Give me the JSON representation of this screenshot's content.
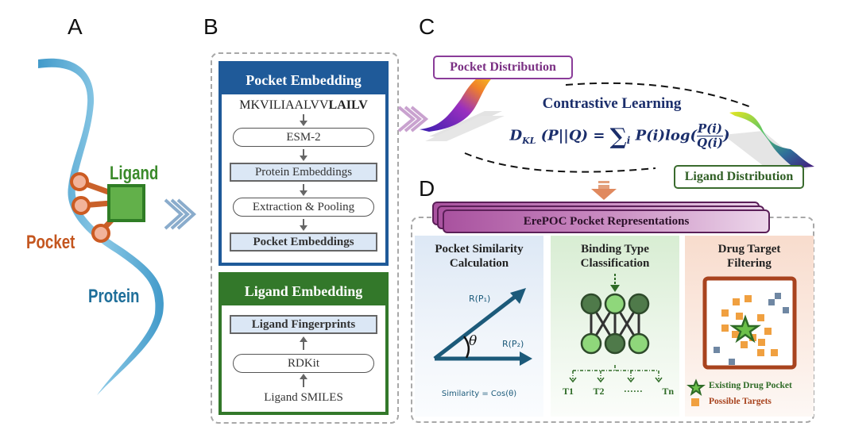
{
  "panels": {
    "A": {
      "letter": "A",
      "labels": {
        "ligand": "Ligand",
        "pocket": "Pocket",
        "protein": "Protein"
      },
      "icons": [
        "protein-ribbon",
        "pocket-residue",
        "ligand-square",
        "chevron-arrow"
      ]
    },
    "B": {
      "letter": "B",
      "pocket_embedding": {
        "title": "Pocket Embedding",
        "sequence_regular": "MKVILIAALVV",
        "sequence_bold": "LAILV",
        "steps": [
          "ESM-2",
          "Protein Embeddings",
          "Extraction & Pooling",
          "Pocket Embeddings"
        ]
      },
      "ligand_embedding": {
        "title": "Ligand Embedding",
        "steps": [
          "Ligand Fingerprints",
          "RDKit",
          "Ligand SMILES"
        ]
      }
    },
    "C": {
      "letter": "C",
      "pocket_distribution": "Pocket Distribution",
      "ligand_distribution": "Ligand Distribution",
      "title": "Contrastive Learning",
      "formula": {
        "lhs": "D",
        "lhs_sub": "KL",
        "args": "(P||Q) = ",
        "sum": "∑",
        "sum_sub": "i",
        "term": "P(i)log(",
        "num": "P(i)",
        "den": "Q(i)",
        "close": ")"
      }
    },
    "D": {
      "letter": "D",
      "banner": "ErePOC Pocket Representations",
      "similarity": {
        "title_line1": "Pocket Similarity",
        "title_line2": "Calculation",
        "vec1": "R(P₁)",
        "vec2": "R(P₂)",
        "angle": "θ",
        "formula": "Similarity = Cos(θ)"
      },
      "binding": {
        "title_line1": "Binding Type",
        "title_line2": "Classification",
        "outputs": [
          "T1",
          "T2",
          "······",
          "Tn"
        ]
      },
      "filtering": {
        "title_line1": "Drug Target",
        "title_line2": "Filtering",
        "legend_existing": "Existing Drug Pocket",
        "legend_possible": "Possible Targets"
      }
    }
  },
  "colors": {
    "pocket_blue": "#1f5a99",
    "ligand_green": "#33782a",
    "pocket_orange": "#c4561f",
    "protein_blue": "#4aa3d0",
    "formula_navy": "#1b2e6b",
    "purple": "#7a2f83",
    "filter_brown": "#a8431e",
    "target_orange": "#f0a040",
    "other_gray": "#6f87a3"
  }
}
